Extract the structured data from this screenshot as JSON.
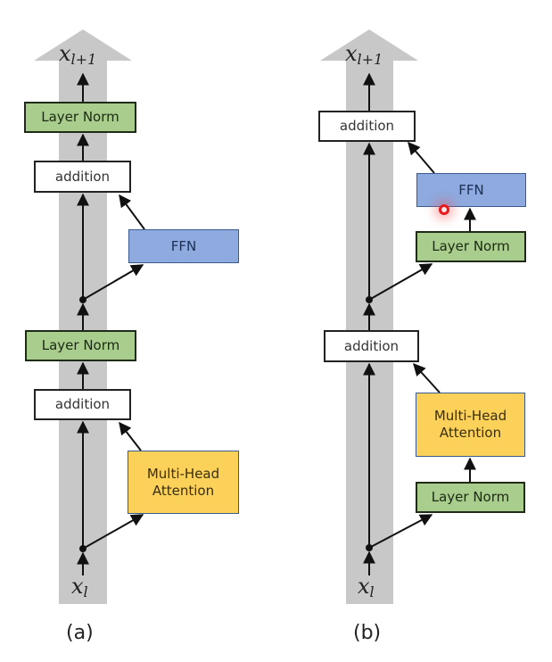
{
  "diagrams": [
    {
      "id": "a",
      "caption": "(a)",
      "input_label": {
        "base": "x",
        "sub": "l"
      },
      "output_label": {
        "base": "x",
        "sub": "l+1"
      },
      "blocks": [
        {
          "name": "layer-norm-top",
          "type": "layer_norm",
          "label": "Layer Norm"
        },
        {
          "name": "addition-top",
          "type": "addition",
          "label": "addition"
        },
        {
          "name": "ffn",
          "type": "ffn",
          "label": "FFN"
        },
        {
          "name": "layer-norm-bottom",
          "type": "layer_norm",
          "label": "Layer Norm"
        },
        {
          "name": "addition-bottom",
          "type": "addition",
          "label": "addition"
        },
        {
          "name": "multi-head-attention",
          "type": "mha",
          "label": "Multi-Head Attention",
          "lines": [
            "Multi-Head",
            "Attention"
          ]
        }
      ]
    },
    {
      "id": "b",
      "caption": "(b)",
      "input_label": {
        "base": "x",
        "sub": "l"
      },
      "output_label": {
        "base": "x",
        "sub": "l+1"
      },
      "blocks": [
        {
          "name": "addition-top",
          "type": "addition",
          "label": "addition"
        },
        {
          "name": "ffn",
          "type": "ffn",
          "label": "FFN"
        },
        {
          "name": "layer-norm-top",
          "type": "layer_norm",
          "label": "Layer Norm"
        },
        {
          "name": "addition-bottom",
          "type": "addition",
          "label": "addition"
        },
        {
          "name": "multi-head-attention",
          "type": "mha",
          "label": "Multi-Head Attention",
          "lines": [
            "Multi-Head",
            "Attention"
          ]
        },
        {
          "name": "layer-norm-bottom",
          "type": "layer_norm",
          "label": "Layer Norm"
        }
      ]
    }
  ],
  "colors": {
    "layer_norm": "#a9cd8c",
    "addition": "#ffffff",
    "ffn": "#8eaadf",
    "mha": "#fcd15a",
    "residual_stream": "#c8c8c8",
    "cursor": "#e8181b"
  }
}
